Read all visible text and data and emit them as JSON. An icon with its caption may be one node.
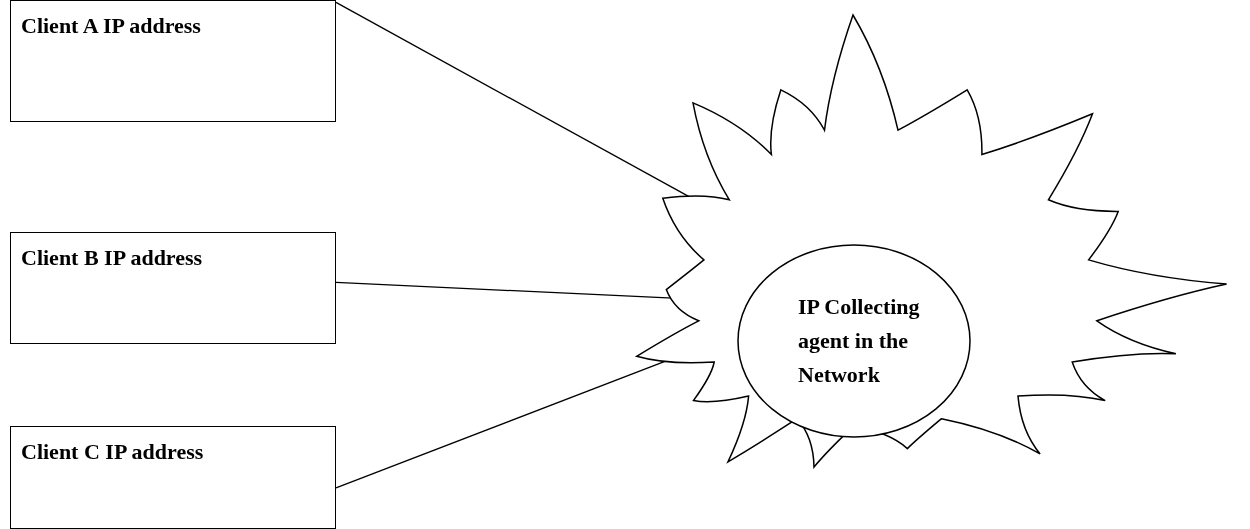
{
  "diagram": {
    "nodes": [
      {
        "text": [
          "Client A IP address"
        ]
      },
      {
        "text": [
          "Client B IP address"
        ]
      },
      {
        "text": [
          "Client C IP address"
        ]
      },
      {
        "text": [],
        "shape": "cloud"
      },
      {
        "text": [
          "IP Collecting agent in the Network"
        ],
        "in": 3
      }
    ],
    "edges": [
      {
        "from": 0,
        "to": 3,
        "arrow": "none"
      },
      {
        "from": 1,
        "to": 3,
        "arrow": "none"
      },
      {
        "from": 2,
        "to": 3,
        "arrow": "none"
      }
    ]
  }
}
